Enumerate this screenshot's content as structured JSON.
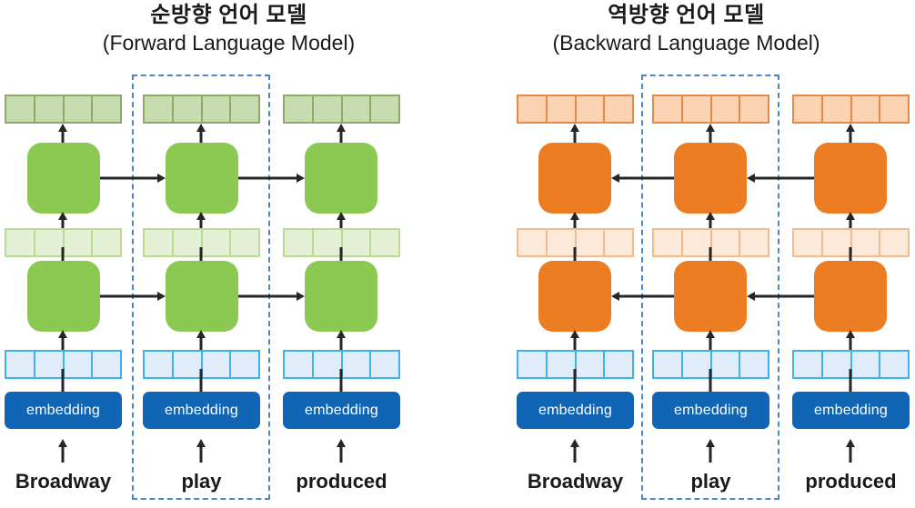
{
  "panels": [
    {
      "id": "forward",
      "title_ko": "순방향 언어 모델",
      "title_en": "(Forward Language Model)",
      "direction": "right",
      "cell_color": "#8bc952",
      "output_vector_color": "#c5ddb0",
      "hidden_vector_color": "#e3f0d6",
      "input_vector_color": "#e0ecf9",
      "embedding_color": "#1066b5",
      "highlight_color": "#4a86c8",
      "columns": [
        {
          "word": "Broadway",
          "embedding_label": "embedding",
          "vector_cells": 4
        },
        {
          "word": "play",
          "embedding_label": "embedding",
          "vector_cells": 4,
          "highlighted": true
        },
        {
          "word": "produced",
          "embedding_label": "embedding",
          "vector_cells": 4
        }
      ]
    },
    {
      "id": "backward",
      "title_ko": "역방향 언어 모델",
      "title_en": "(Backward Language Model)",
      "direction": "left",
      "cell_color": "#ec7d22",
      "output_vector_color": "#fbd3b2",
      "hidden_vector_color": "#fdeadb",
      "input_vector_color": "#e0ecf9",
      "embedding_color": "#1066b5",
      "highlight_color": "#4a86c8",
      "columns": [
        {
          "word": "Broadway",
          "embedding_label": "embedding",
          "vector_cells": 4
        },
        {
          "word": "play",
          "embedding_label": "embedding",
          "vector_cells": 4,
          "highlighted": true
        },
        {
          "word": "produced",
          "embedding_label": "embedding",
          "vector_cells": 4
        }
      ]
    }
  ]
}
